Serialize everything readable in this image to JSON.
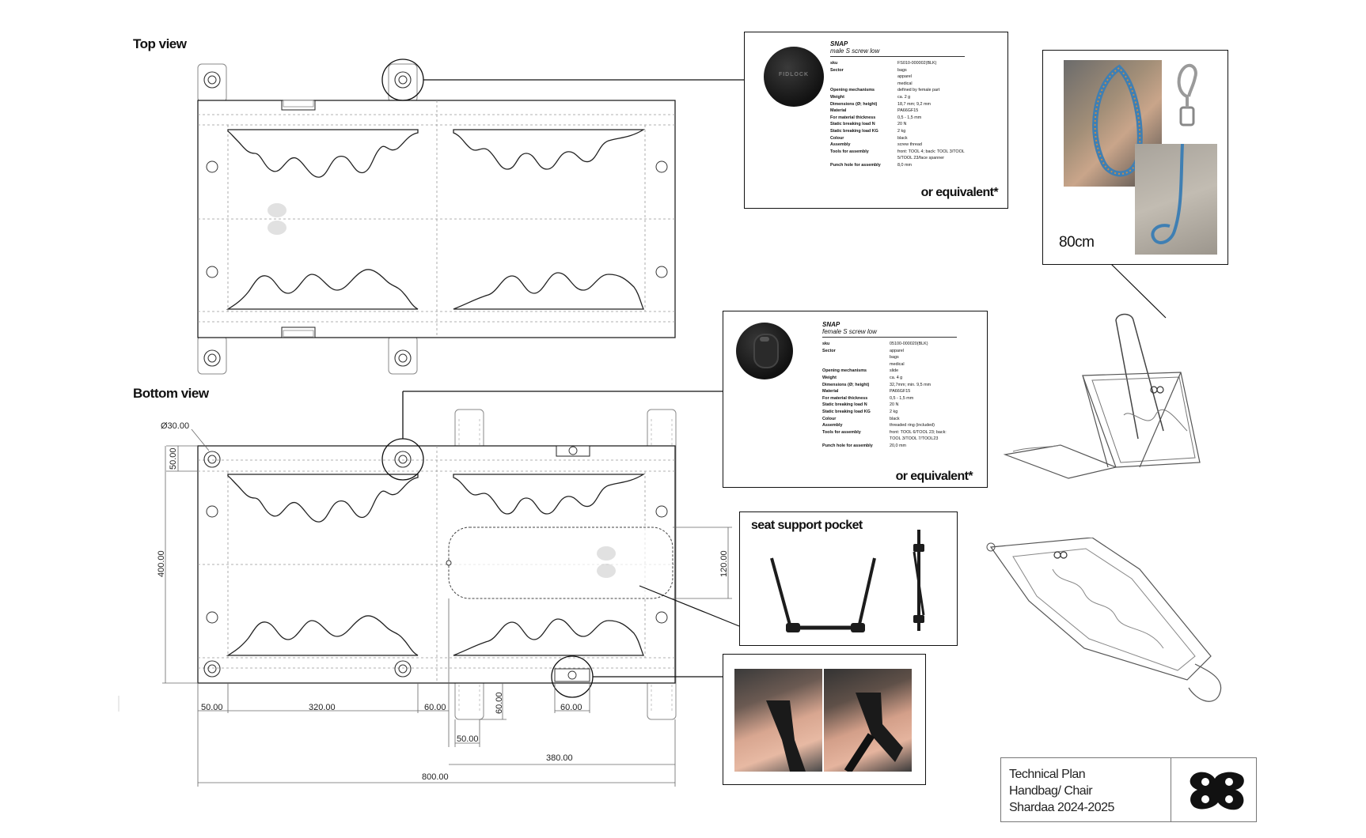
{
  "views": {
    "top": "Top view",
    "bottom": "Bottom view"
  },
  "dimensions": {
    "d30": "Ø30.00",
    "v50": "50.00",
    "v400": "400.00",
    "v120": "120.00",
    "h50a": "50.00",
    "h320": "320.00",
    "h60a": "60.00",
    "v60": "60.00",
    "h60b": "60.00",
    "h50b": "50.00",
    "h380": "380.00",
    "h800": "800.00"
  },
  "snap_male": {
    "title": "SNAP",
    "subtitle": "male S screw low",
    "specs": [
      {
        "k": "sku",
        "v": "FS010-000002(BLK)"
      },
      {
        "k": "Sector",
        "v": "bags"
      },
      {
        "k": "",
        "v": "apparel"
      },
      {
        "k": "",
        "v": "medical"
      },
      {
        "k": "Opening mechanisms",
        "v": "defined by female part"
      },
      {
        "k": "Weight",
        "v": "ca. 2 g"
      },
      {
        "k": "Dimensions (Ø; height)",
        "v": "18,7 mm; 9,2 mm"
      },
      {
        "k": "Material",
        "v": "PA66GF15"
      },
      {
        "k": "For material thickness",
        "v": "0,5 - 1,5 mm"
      },
      {
        "k": "Static breaking load N",
        "v": "20 N"
      },
      {
        "k": "Static breaking load KG",
        "v": "2 kg"
      },
      {
        "k": "Colour",
        "v": "black"
      },
      {
        "k": "Assembly",
        "v": "screw thread"
      },
      {
        "k": "Tools for assembly",
        "v": "front: TOOL 4; back: TOOL 3/TOOL"
      },
      {
        "k": "",
        "v": "5/TOOL 23/face spanner"
      },
      {
        "k": "Punch hole for assembly",
        "v": "8,0 mm"
      }
    ],
    "logo": "FIDLOCK",
    "equiv": "or equivalent*"
  },
  "snap_female": {
    "title": "SNAP",
    "subtitle": "female S screw low",
    "specs": [
      {
        "k": "sku",
        "v": "05100-000020(BLK)"
      },
      {
        "k": "Sector",
        "v": "apparel"
      },
      {
        "k": "",
        "v": "bags"
      },
      {
        "k": "",
        "v": "medical"
      },
      {
        "k": "Opening mechanisms",
        "v": "slide"
      },
      {
        "k": "Weight",
        "v": "ca. 4 g"
      },
      {
        "k": "Dimensions (Ø; height)",
        "v": "32,7mm; min. 9,5 mm"
      },
      {
        "k": "Material",
        "v": "PA66GF15"
      },
      {
        "k": "For material thickness",
        "v": "0,5 - 1,5 mm"
      },
      {
        "k": "Static breaking load N",
        "v": "20 N"
      },
      {
        "k": "Static breaking load KG",
        "v": "2 kg"
      },
      {
        "k": "Colour",
        "v": "black"
      },
      {
        "k": "Assembly",
        "v": "threaded ring (included)"
      },
      {
        "k": "Tools for assembly",
        "v": "front: TOOL 6/TOOL 23; back:"
      },
      {
        "k": "",
        "v": "TOOL 3/TOOL 7/TOOL23"
      },
      {
        "k": "Punch hole for assembly",
        "v": "20,0 mm"
      }
    ],
    "equiv": "or equivalent*"
  },
  "strap": {
    "length": "80cm"
  },
  "pocket": {
    "title": "seat support pocket"
  },
  "title_block": {
    "line1": "Technical Plan",
    "line2": "Handbag/ Chair",
    "line3": "Shardaa 2024-2025"
  },
  "colors": {
    "line": "#222222",
    "dash": "#888888",
    "strap_blue": "#3f7fb3",
    "part_black": "#1c1c1c"
  }
}
